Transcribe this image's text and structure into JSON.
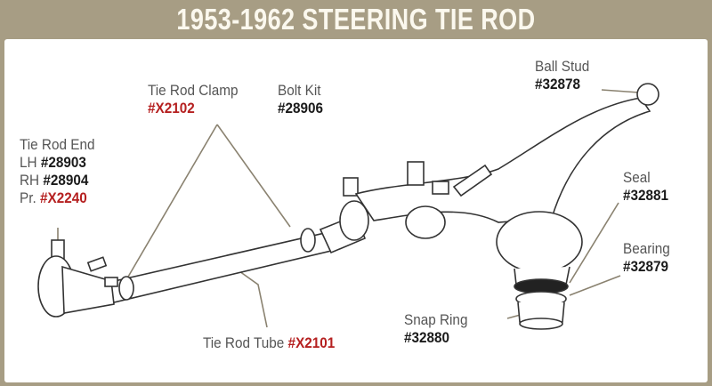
{
  "title": "1953-1962 STEERING TIE ROD",
  "labels": {
    "tie_rod_end": {
      "name": "Tie Rod End",
      "lh_prefix": "LH",
      "lh": "#28903",
      "rh_prefix": "RH",
      "rh": "#28904",
      "pr_prefix": "Pr.",
      "pr": "#X2240"
    },
    "tie_rod_clamp": {
      "name": "Tie Rod Clamp",
      "part": "#X2102"
    },
    "bolt_kit": {
      "name": "Bolt Kit",
      "part": "#28906"
    },
    "ball_stud": {
      "name": "Ball Stud",
      "part": "#32878"
    },
    "seal": {
      "name": "Seal",
      "part": "#32881"
    },
    "bearing": {
      "name": "Bearing",
      "part": "#32879"
    },
    "snap_ring": {
      "name": "Snap Ring",
      "part": "#32880"
    },
    "tie_rod_tube": {
      "name": "Tie Rod Tube",
      "part": "#X2101"
    }
  },
  "colors": {
    "frame": "#a79d84",
    "accent": "#b52020"
  }
}
